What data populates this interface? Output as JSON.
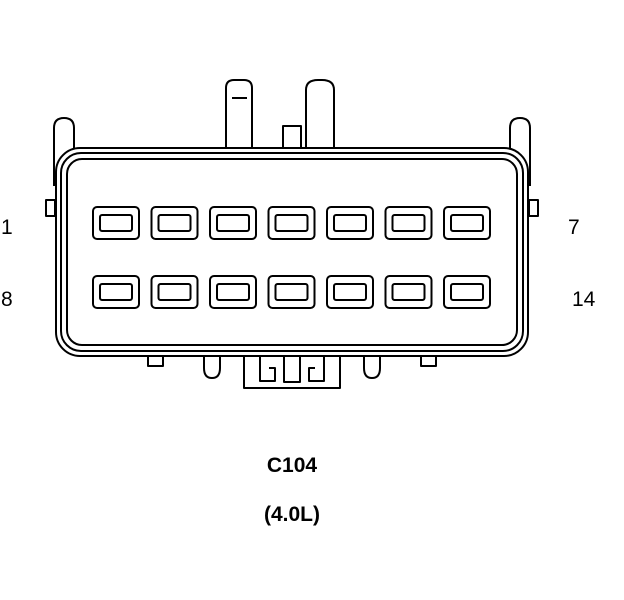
{
  "connector": {
    "name": "C104",
    "variant": "(4.0L)",
    "pin_count": 14,
    "rows": 2,
    "pins_per_row": 7
  },
  "pin_labels": {
    "row1_first": "1",
    "row1_last": "7",
    "row2_first": "8",
    "row2_last": "14"
  },
  "colors": {
    "stroke": "#000000",
    "fill": "#ffffff"
  }
}
